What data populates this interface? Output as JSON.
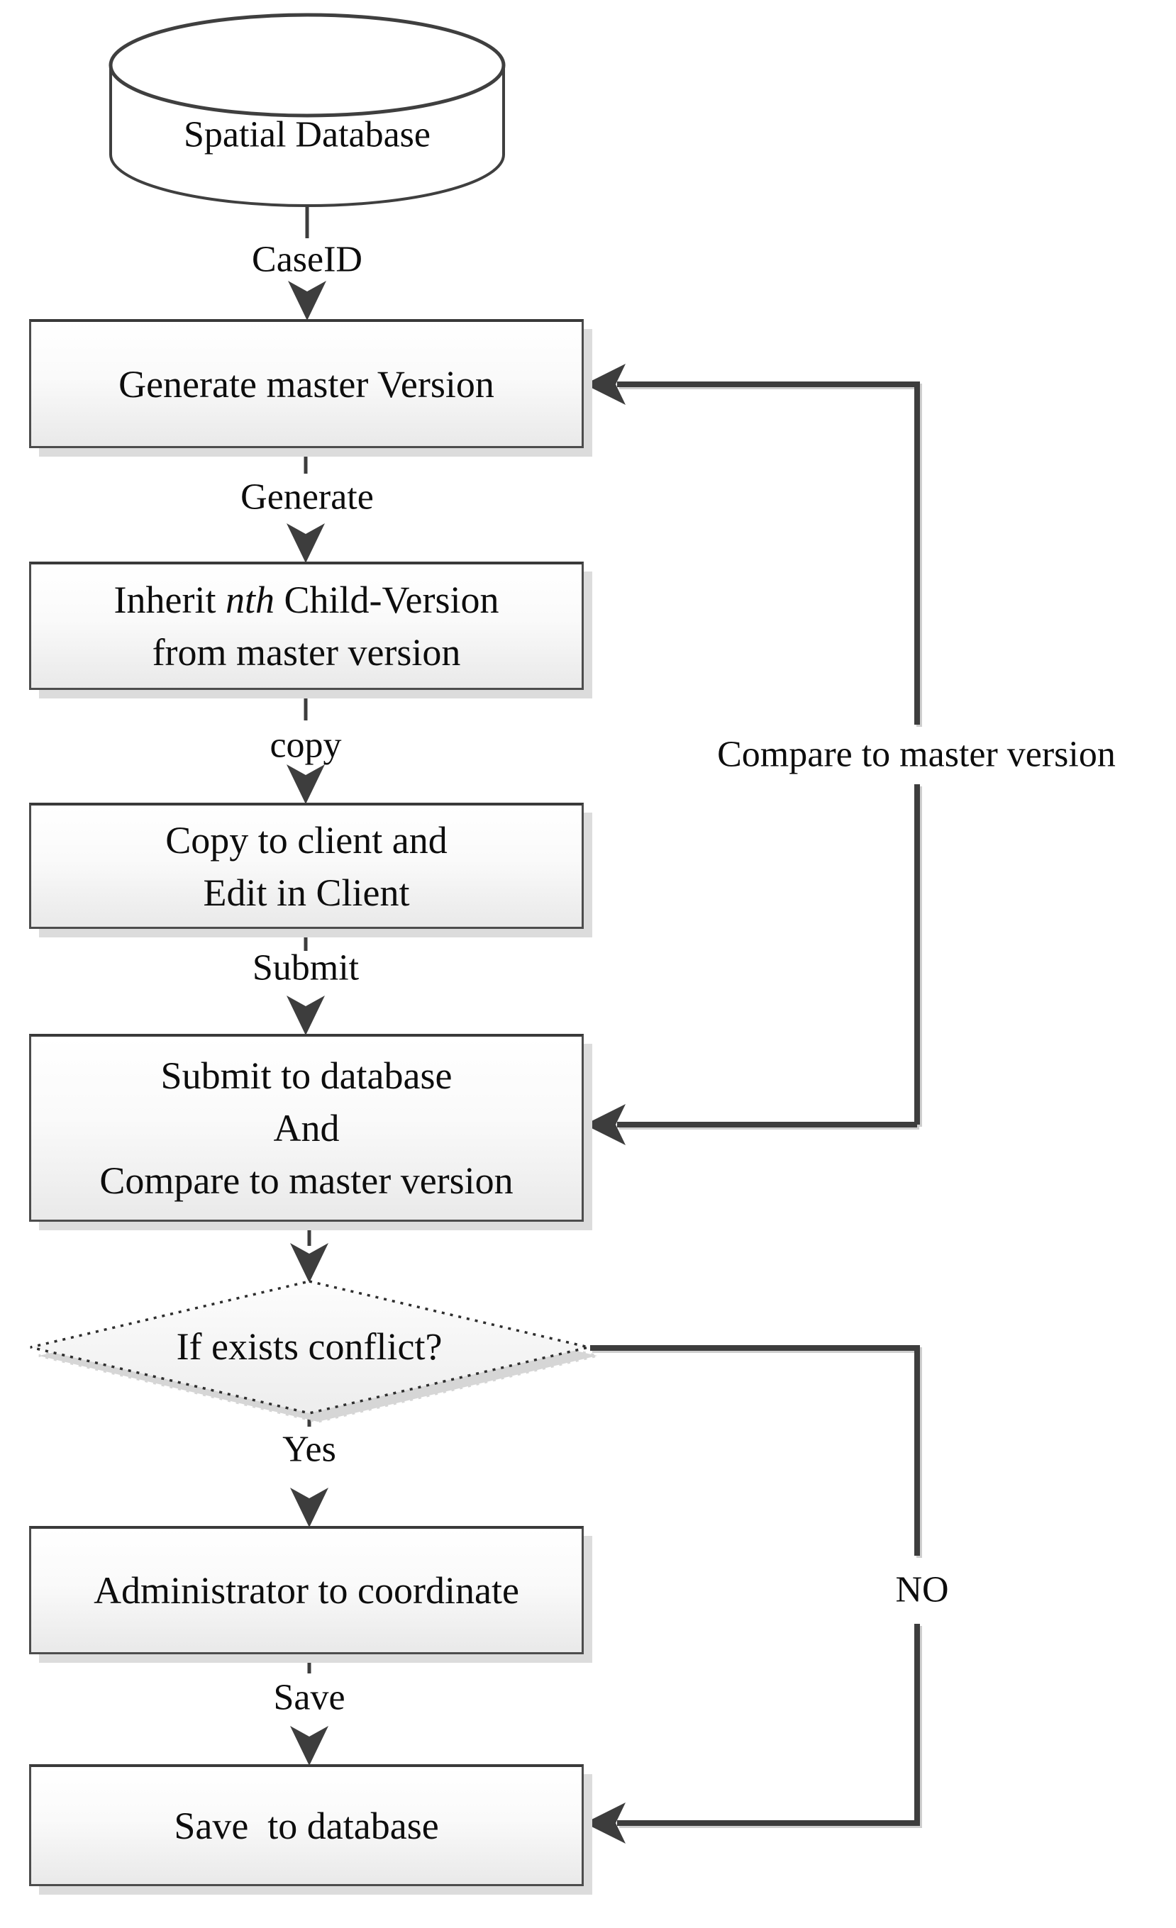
{
  "diagram": {
    "type": "flowchart",
    "colors": {
      "line": "#3d3d3d",
      "box_border": "#4c4c4c",
      "box_fill_top": "#ffffff",
      "box_fill_bottom": "#e9e9e9",
      "shadow": "#dcdcdc",
      "text": "#0d0d0d",
      "background": "#ffffff"
    },
    "nodes": {
      "database": {
        "shape": "cylinder",
        "label": "Spatial Database"
      },
      "generate_master": {
        "shape": "process",
        "label": "Generate master Version"
      },
      "inherit_child": {
        "shape": "process",
        "line1_before_italic": "Inherit ",
        "line1_italic": "nth",
        "line1_after_italic": " Child-Version",
        "line2": "from master version"
      },
      "copy_client": {
        "shape": "process",
        "line1": "Copy to client and",
        "line2": "Edit in Client"
      },
      "submit_database": {
        "shape": "process",
        "line1": "Submit to database",
        "line2": "And",
        "line3": "Compare to master version"
      },
      "conflict_decision": {
        "shape": "decision",
        "label": "If exists conflict?"
      },
      "administrator": {
        "shape": "process",
        "label": "Administrator to coordinate"
      },
      "save_database": {
        "shape": "process",
        "label": "Save  to database"
      }
    },
    "edge_labels": {
      "caseid": "CaseID",
      "generate": "Generate",
      "copy": "copy",
      "submit": "Submit",
      "yes": "Yes",
      "save": "Save",
      "no": "NO",
      "compare_to_master": "Compare to master version"
    }
  }
}
